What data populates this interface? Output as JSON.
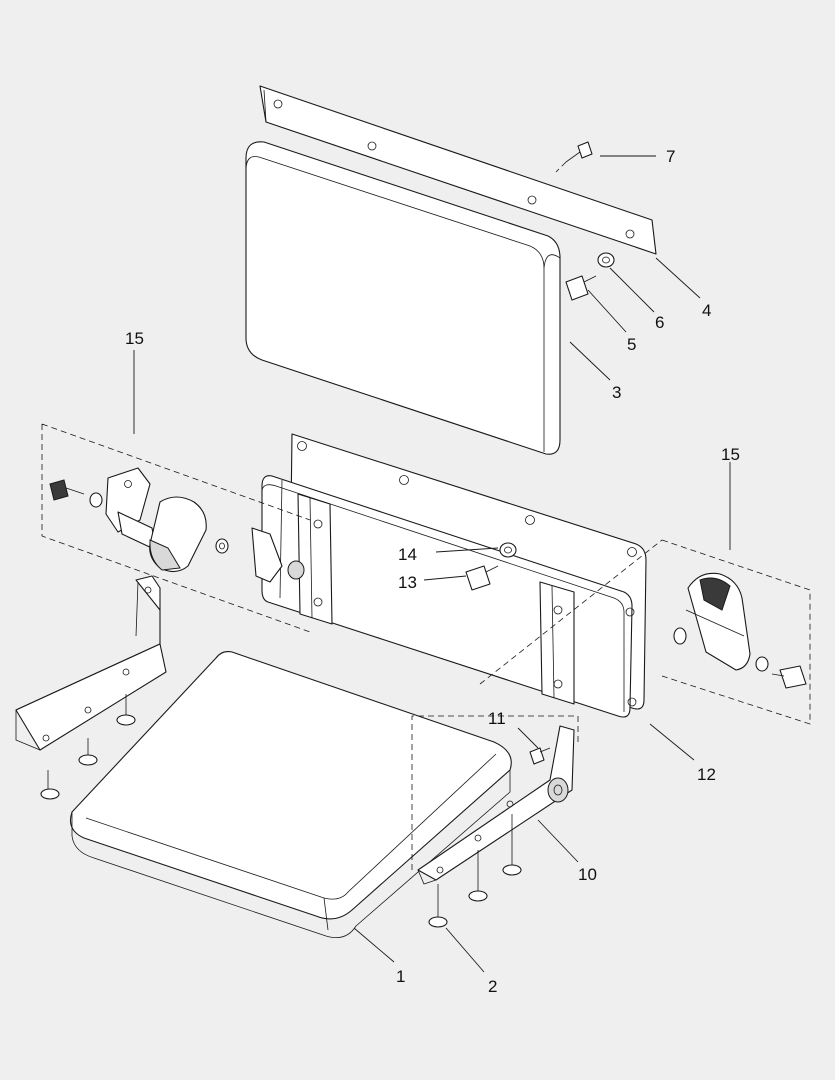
{
  "callouts": {
    "c1": "1",
    "c2": "2",
    "c3": "3",
    "c4": "4",
    "c5": "5",
    "c6": "6",
    "c7": "7",
    "c10": "10",
    "c11": "11",
    "c12": "12",
    "c13": "13",
    "c14": "14",
    "c15_left": "15",
    "c15_right": "15"
  }
}
